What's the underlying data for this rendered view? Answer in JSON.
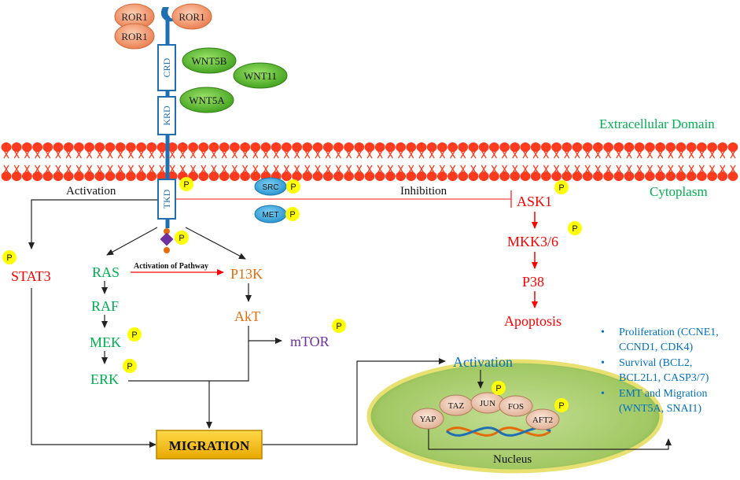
{
  "receptor": {
    "ror1": [
      "ROR1",
      "ROR1",
      "ROR1"
    ],
    "domains": [
      "CRD",
      "KRD",
      "TKD"
    ]
  },
  "ligands": [
    "WNT5B",
    "WNT11",
    "WNT5A"
  ],
  "regions": {
    "extracellular": "Extracellular Domain",
    "cytoplasm": "Cytoplasm",
    "nucleus": "Nucleus"
  },
  "labels": {
    "activation": "Activation",
    "inhibition": "Inhibition",
    "activation_of_pathway": "Activation of Pathway",
    "nucleus_activation": "Activation",
    "phospho": "P"
  },
  "kinases": [
    "SRC",
    "MET"
  ],
  "pathways": {
    "stat": "STAT3",
    "mapk": [
      "RAS",
      "RAF",
      "MEK",
      "ERK"
    ],
    "pi3k": [
      "P13K",
      "AkT",
      "mTOR"
    ],
    "apoptosis": [
      "ASK1",
      "MKK3/6",
      "P38",
      "Apoptosis"
    ]
  },
  "migration": "MIGRATION",
  "nuclear_factors": [
    "TAZ",
    "JUN",
    "FOS",
    "YAP",
    "AFT2"
  ],
  "outcomes": [
    "Proliferation (CCNE1,",
    "CCND1, CDK4)",
    "Survival (BCL2,",
    "BCL2L1, CASP3/7)",
    "EMT and Migration",
    "(WNT5A,  SNAI1)"
  ],
  "colors": {
    "green_text": "#00b050",
    "red_text": "#ff0000",
    "orange_text": "#e46c0a",
    "purple_text": "#7030a0",
    "blue_text": "#0070c0",
    "membrane": "#ff3b1f",
    "receptor_blue": "#1f6fb2",
    "ror1_fill": "#f4a27a",
    "wnt_fill": "#5cc02e",
    "kinase_fill": "#29a6e0",
    "phospho_fill": "#ffff00",
    "migration_fill": "#f5c400",
    "nucleus_fill": "#a9cf72"
  }
}
